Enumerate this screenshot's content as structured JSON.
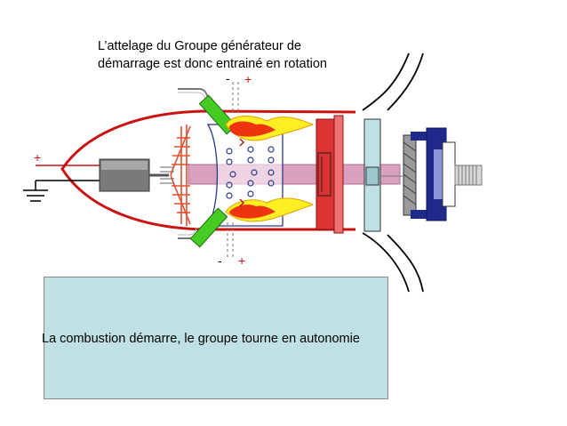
{
  "header": {
    "line1": "L’attelage du  Groupe générateur de",
    "line2": "démarrage est donc entrainé en rotation"
  },
  "status": {
    "text": "La combustion démarre, le groupe tourne en autonomie"
  },
  "polarity": {
    "plus": "+",
    "minus": "-"
  },
  "colors": {
    "nacelle": "#cc1111",
    "rotor": "#e05030",
    "shaft": "#d9a0c0",
    "injector": "#44cc22",
    "flame_outer": "#ffee22",
    "flame_inner": "#ee3311",
    "turbine_disc": "#dd3333",
    "stator": "#bfe0e4",
    "gearbox": "#1f2a8c",
    "box_fill": "#bfe0e4"
  }
}
